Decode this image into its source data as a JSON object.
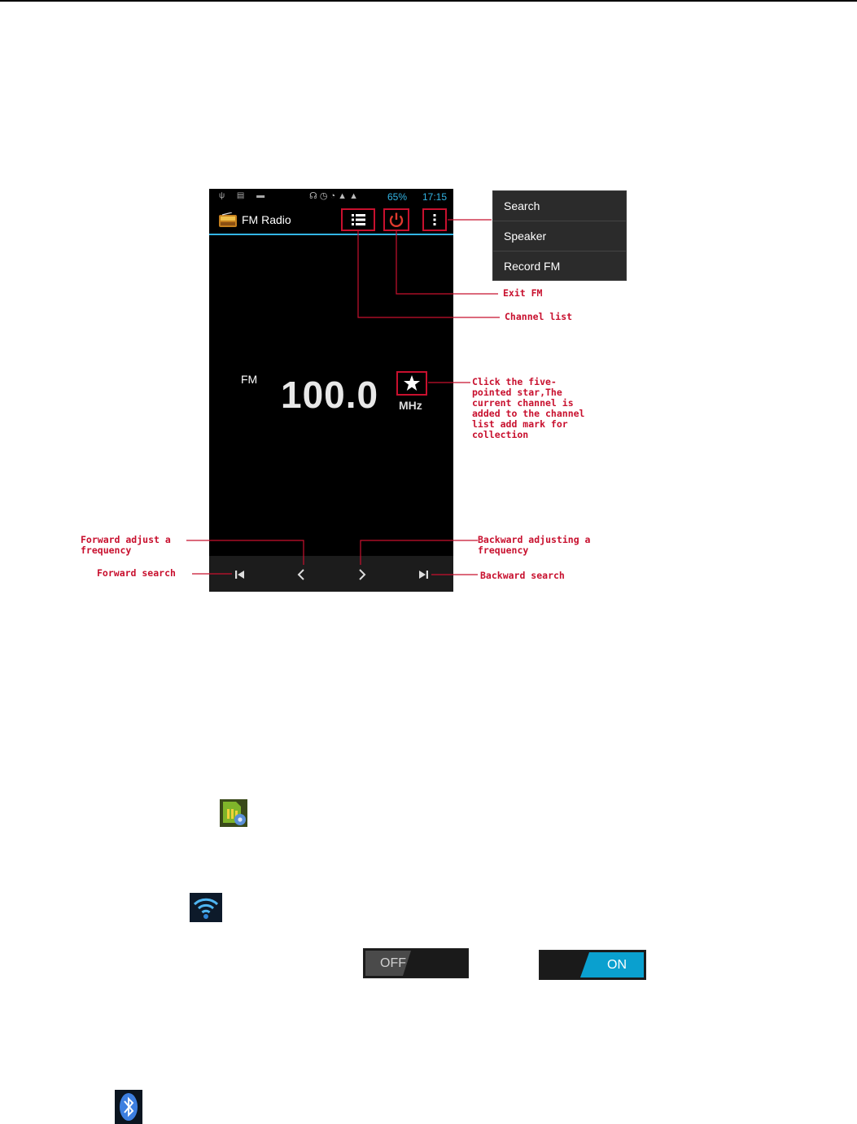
{
  "status_bar": {
    "battery": "65%",
    "time": "17:15"
  },
  "app_title": "FM Radio",
  "band": "FM",
  "frequency": "100.0",
  "unit": "MHz",
  "options_menu": [
    "Search",
    "Speaker",
    "Record FM"
  ],
  "annotations": {
    "exit_fm": "Exit FM",
    "channel_list": "Channel list",
    "star": "Click the five-\npointed star,The\ncurrent channel is\nadded to the channel\nlist add mark for\ncollection",
    "forward_adjust": "Forward adjust a\nfrequency",
    "forward_search": "Forward search",
    "backward_adjust": "Backward adjusting a\nfrequency",
    "backward_search": "Backward search"
  },
  "toggles": {
    "off_label": "OFF",
    "on_label": "ON"
  },
  "colors": {
    "accent": "#33b5e5",
    "annotation": "#c8102e",
    "power": "#e03a2e"
  },
  "icons": [
    "sim-settings-icon",
    "wifi-icon",
    "bluetooth-icon"
  ]
}
